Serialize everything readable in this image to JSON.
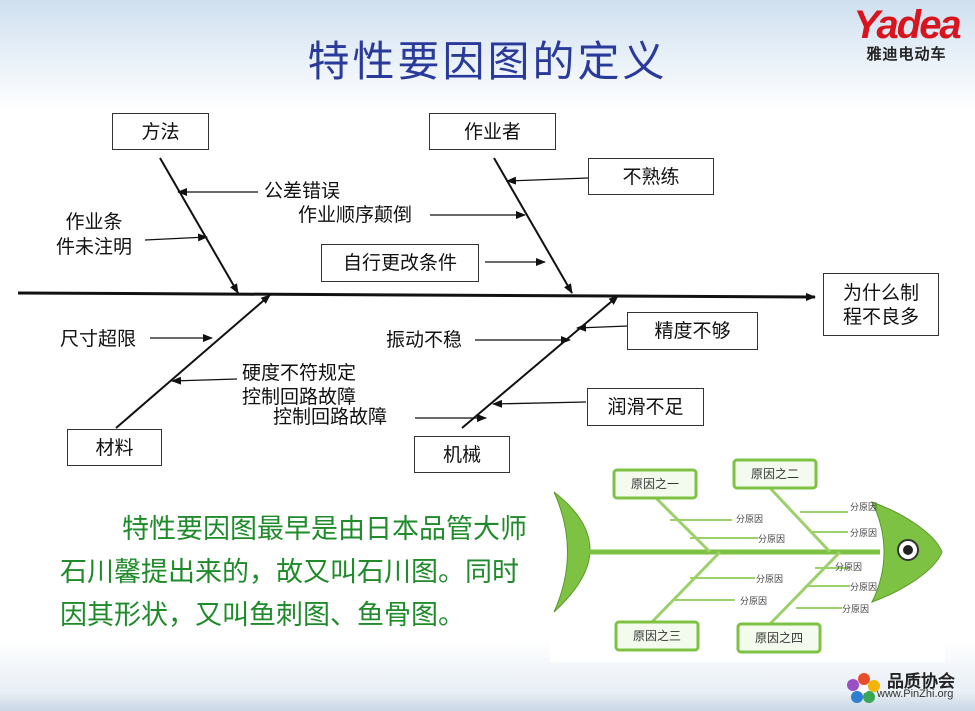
{
  "title": "特性要因图的定义",
  "logo": {
    "brand": "Yadea",
    "sub": "雅迪电动车"
  },
  "diagram": {
    "effect": "为什么制\n程不良多",
    "categories": {
      "method": "方法",
      "operator": "作业者",
      "material": "材料",
      "machine": "机械"
    },
    "causes": {
      "tolerance_error": "公差错误",
      "work_conditions": "作业条\n件未注明",
      "unskilled": "不熟练",
      "work_sequence": "作业顺序颠倒",
      "self_change": "自行更改条件",
      "size_exceed": "尺寸超限",
      "hardness": "硬度不符规定",
      "control_loop_1": "控制回路故障",
      "control_loop_2": "控制回路故障",
      "vibration": "振动不稳",
      "precision": "精度不够",
      "lubrication": "润滑不足"
    }
  },
  "description": "特性要因图最早是由日本品管大师石川馨提出来的，故又叫石川图。同时因其形状，又叫鱼刺图、鱼骨图。",
  "fish_image": {
    "main_causes": [
      "原因之一",
      "原因之二",
      "原因之三",
      "原因之四"
    ],
    "sub_cause": "分原因"
  },
  "footer": {
    "name": "品质协会",
    "url": "www.PinZhi.org"
  },
  "colors": {
    "title": "#2a3a9a",
    "description": "#1f8b2a",
    "logo_red": "#d8141e",
    "fish_green": "#79c043"
  }
}
